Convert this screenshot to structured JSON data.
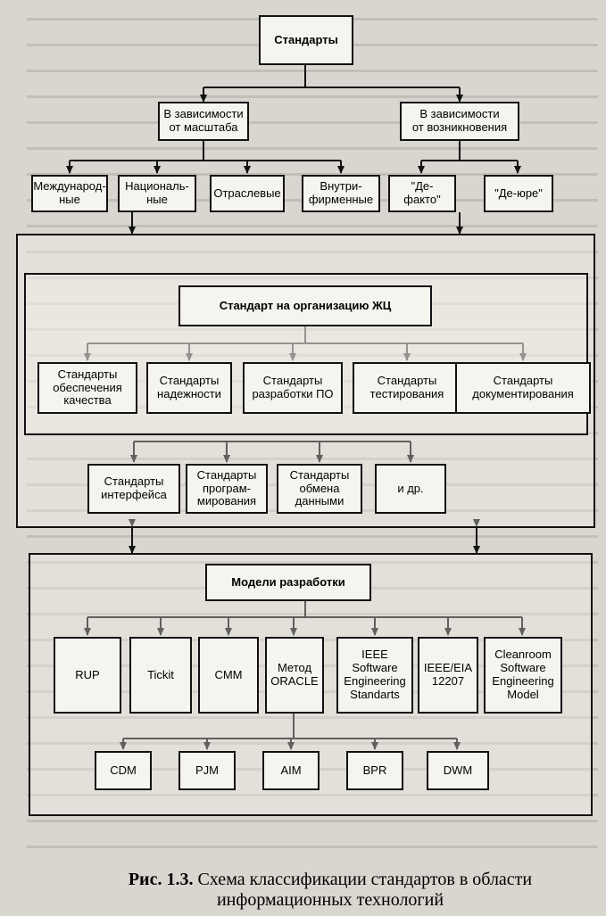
{
  "diagram": {
    "root": "Стандарты",
    "by_scale": "В зависимости\nот масштаба",
    "by_origin": "В зависимости\nот возникновения",
    "scale_items": [
      "Международ-\nные",
      "Националь-\nные",
      "Отраслевые",
      "Внутри-\nфирменные"
    ],
    "origin_items": [
      "\"Де-факто\"",
      "\"Де-юре\""
    ],
    "org_header": "Стандарт на организацию ЖЦ",
    "org_row1": [
      "Стандарты\nобеспечения\nкачества",
      "Стандарты\nнадежности",
      "Стандарты\nразработки ПО",
      "Стандарты\nтестирования",
      "Стандарты\nдокументирования"
    ],
    "org_row2": [
      "Стандарты\nинтерфейса",
      "Стандарты\nпрограм-\nмирования",
      "Стандарты\nобмена\nданными",
      "и др."
    ],
    "models_header": "Модели разработки",
    "models_row1": [
      "RUP",
      "Tickit",
      "CMM",
      "Метод\nORACLE",
      "IEEE\nSoftware\nEngineering\nStandarts",
      "IEEE/EIA\n12207",
      "Cleanroom\nSoftware\nEngineering\nModel"
    ],
    "models_row2": [
      "CDM",
      "PJM",
      "AIM",
      "BPR",
      "DWM"
    ]
  },
  "caption": {
    "label": "Рис. 1.3.",
    "text": "Схема классификации стандартов в области информационных технологий"
  }
}
